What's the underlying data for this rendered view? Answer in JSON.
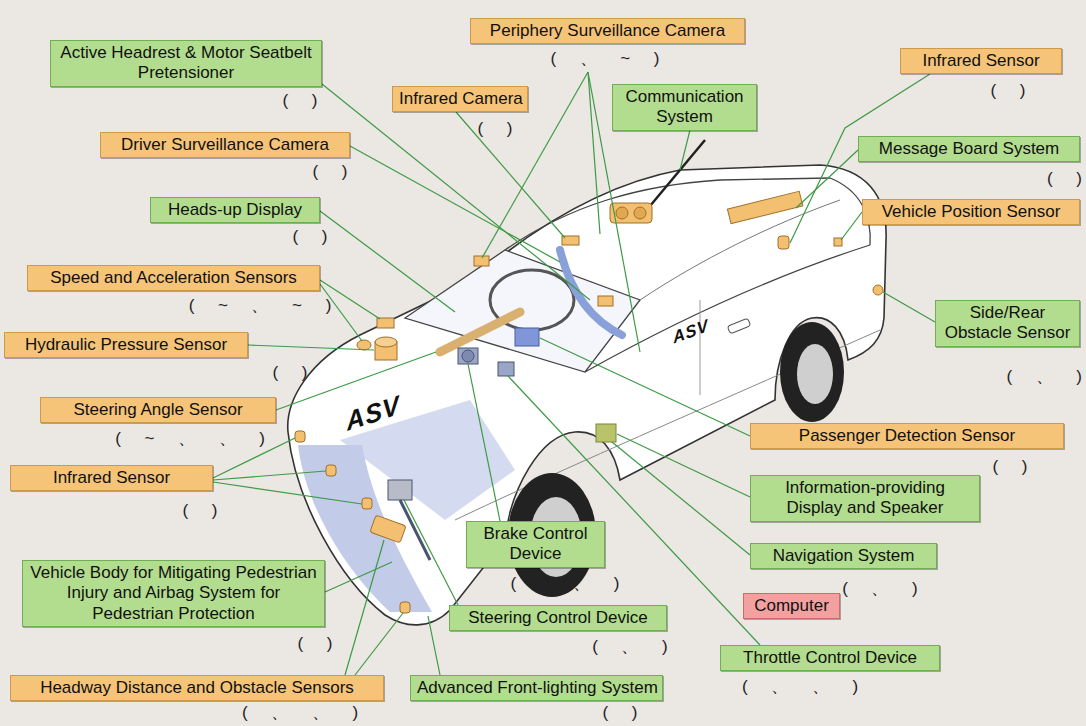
{
  "diagram": {
    "nodes": [
      {
        "text": [
          "Periphery Surveillance Camera"
        ]
      },
      {
        "text": [
          "Active Headrest & Motor Seatbelt Pretensioner"
        ]
      },
      {
        "text": [
          "Infrared Sensor"
        ]
      },
      {
        "text": [
          "Communication System"
        ]
      },
      {
        "text": [
          "Infrared Camera"
        ]
      },
      {
        "text": [
          "Message Board System"
        ]
      },
      {
        "text": [
          "Driver Surveillance Camera"
        ]
      },
      {
        "text": [
          "Vehicle Position Sensor"
        ]
      },
      {
        "text": [
          "Heads-up Display"
        ]
      },
      {
        "text": [
          "Speed and Acceleration Sensors"
        ]
      },
      {
        "text": [
          "Side/Rear Obstacle Sensor"
        ]
      },
      {
        "text": [
          "Hydraulic Pressure Sensor"
        ]
      },
      {
        "text": [
          "Steering Angle Sensor"
        ]
      },
      {
        "text": [
          "Passenger Detection Sensor"
        ]
      },
      {
        "text": [
          "Infrared Sensor"
        ]
      },
      {
        "text": [
          "Information-providing Display and Speaker"
        ]
      },
      {
        "text": [
          "Brake Control Device"
        ]
      },
      {
        "text": [
          "Navigation System"
        ]
      },
      {
        "text": [
          "Vehicle Body for Mitigating Pedestrian Injury and Airbag System for Pedestrian Protection"
        ]
      },
      {
        "text": [
          "Computer"
        ]
      },
      {
        "text": [
          "Steering Control Device"
        ]
      },
      {
        "text": [
          "Throttle Control Device"
        ]
      },
      {
        "text": [
          "Headway Distance and Obstacle Sensors"
        ]
      },
      {
        "text": [
          "Advanced Front-lighting System"
        ]
      }
    ],
    "labels": [
      "(     、     ~     )",
      "(     )",
      "(     )",
      "(     )",
      "(     )",
      "(     )",
      "(     )",
      "(     ~     、     ~     )",
      "(     、     )",
      "(     )",
      "(     ~     、     、     )",
      "(     )",
      "(     )",
      "(     ~     、     )",
      "(     、     )",
      "(     )",
      "(     、     )",
      "(     、     、     )",
      "(     、     、     )",
      "(     )",
      "ASV",
      "ASV"
    ]
  }
}
